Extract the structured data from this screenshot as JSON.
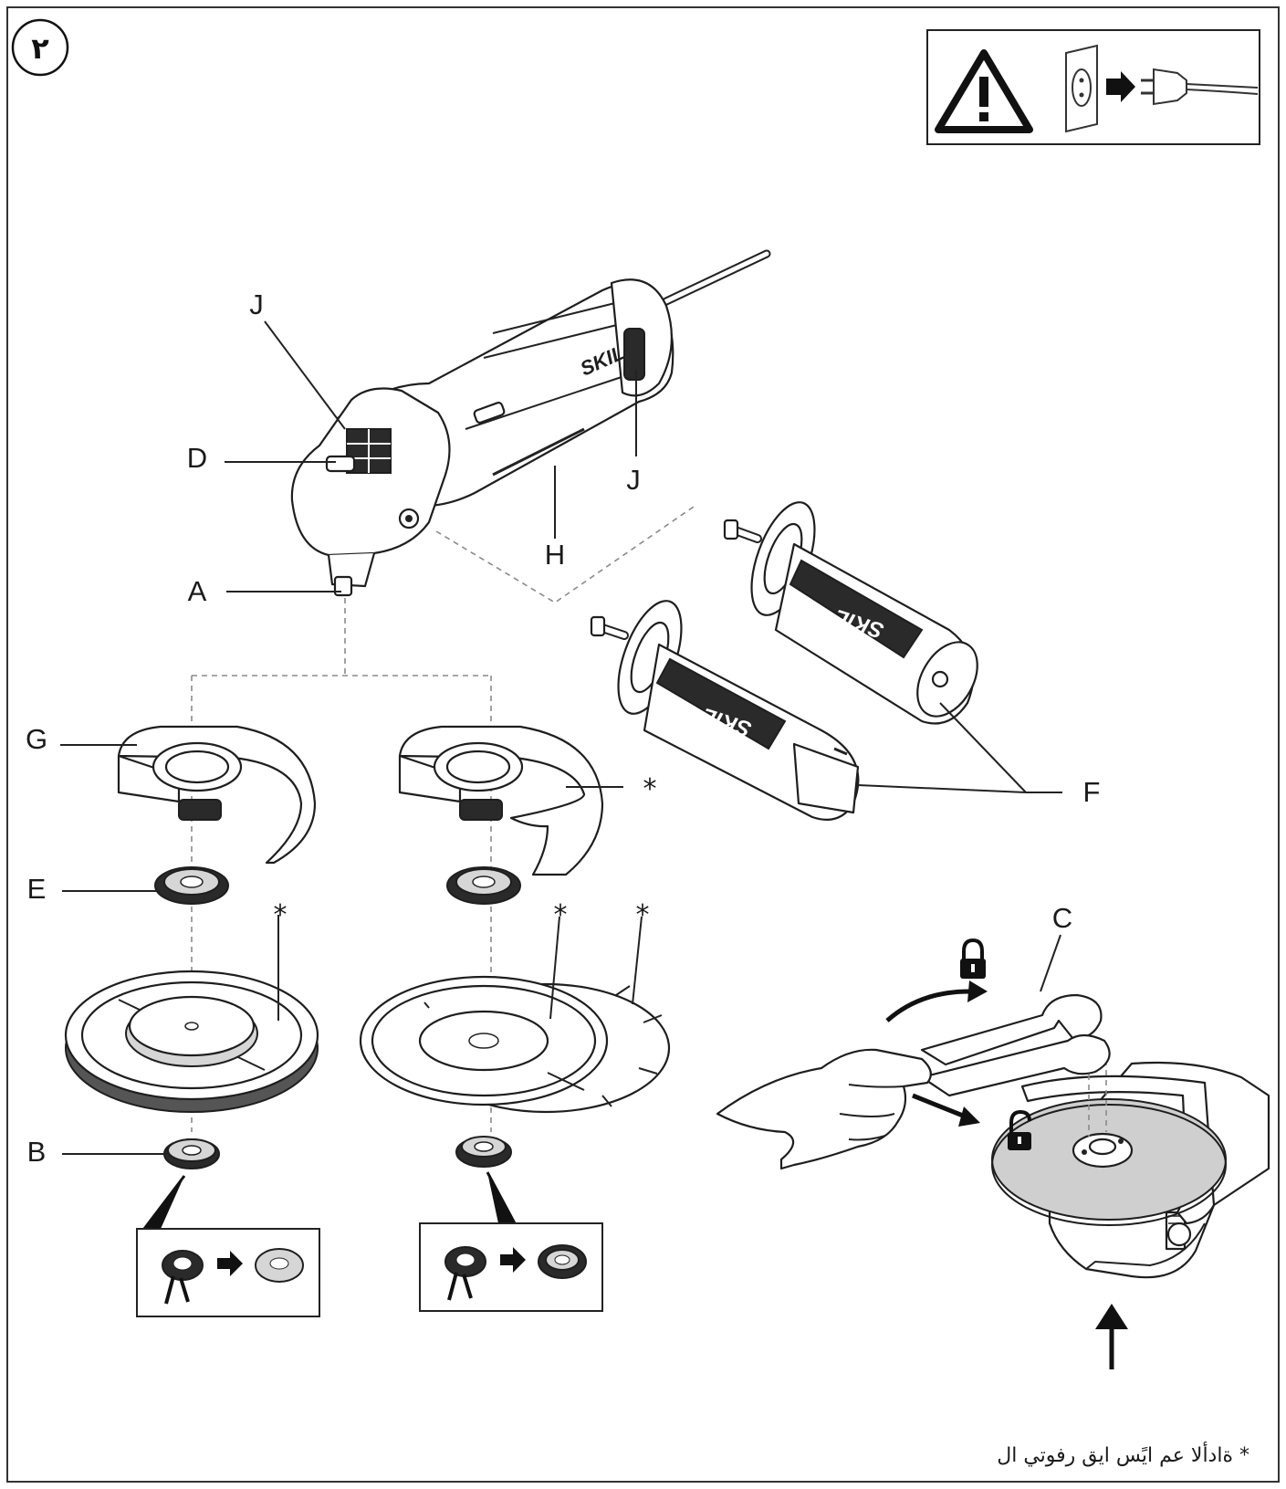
{
  "figure": {
    "number": "٢"
  },
  "labels": {
    "A": "A",
    "B": "B",
    "C": "C",
    "D": "D",
    "E": "E",
    "F": "F",
    "G": "G",
    "H": "H",
    "J_top": "J",
    "J_right": "J"
  },
  "brand": "SKIL",
  "asterisk": "*",
  "footnote": {
    "marker": "*",
    "text": "ةادألا عم ايًس ايق رفوتي ال"
  },
  "icons": {
    "warning": "warning-triangle-icon",
    "unplug": "unplug-icon",
    "lock": "lock-icon",
    "unlock": "unlock-icon"
  }
}
